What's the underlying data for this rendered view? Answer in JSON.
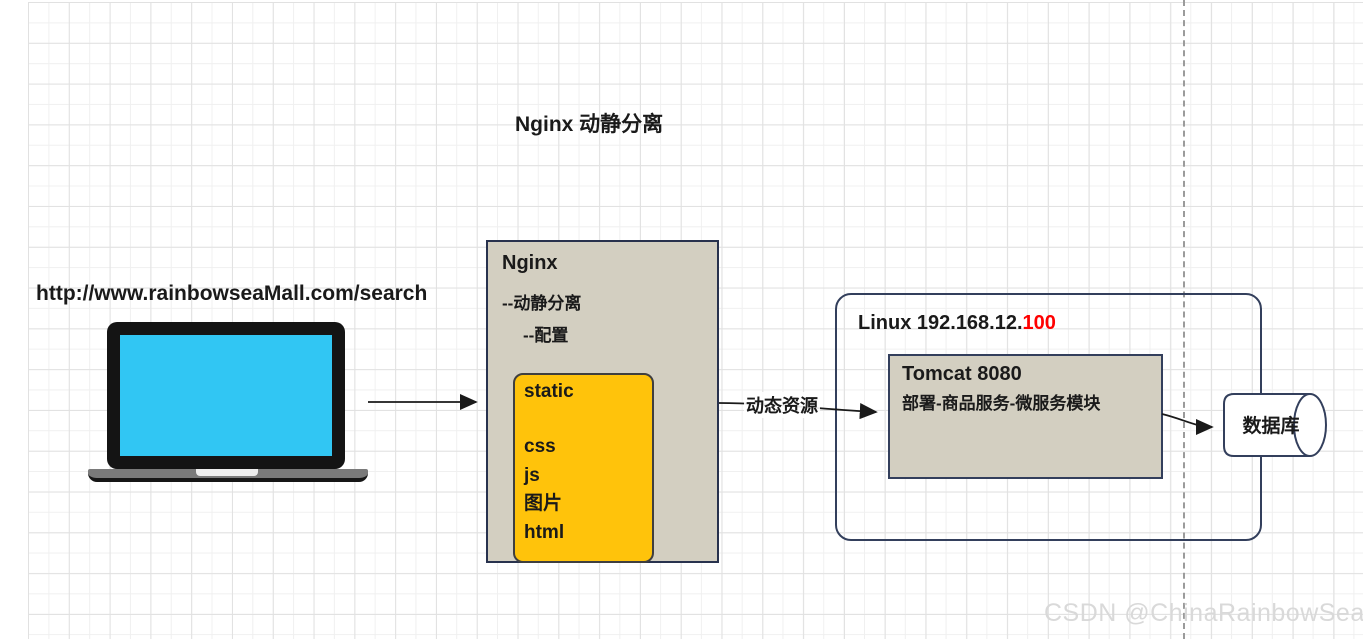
{
  "title": "Nginx 动静分离",
  "client": {
    "url": "http://www.rainbowseaMall.com/search"
  },
  "nginx_box": {
    "title": "Nginx",
    "line1": "--动静分离",
    "line2": "--配置",
    "static_box": {
      "title": "static",
      "items": [
        "css",
        "js",
        "图片",
        "html"
      ]
    }
  },
  "flow": {
    "dynamic_label": "动态资源"
  },
  "linux_box": {
    "title_prefix": "Linux 192.168.12.",
    "title_highlight": "100",
    "tomcat": {
      "title": "Tomcat 8080",
      "subtitle": "部署-商品服务-微服务模块"
    }
  },
  "database": {
    "label": "数据库"
  },
  "watermark": "CSDN @ChinaRainbowSea",
  "colors": {
    "box_fill": "#d3cfc1",
    "box_border": "#333f5c",
    "static_fill": "#ffc30b",
    "screen_cyan": "#31c6f3",
    "ip_highlight": "#ff0000",
    "watermark_gray": "#d9d9d9"
  }
}
